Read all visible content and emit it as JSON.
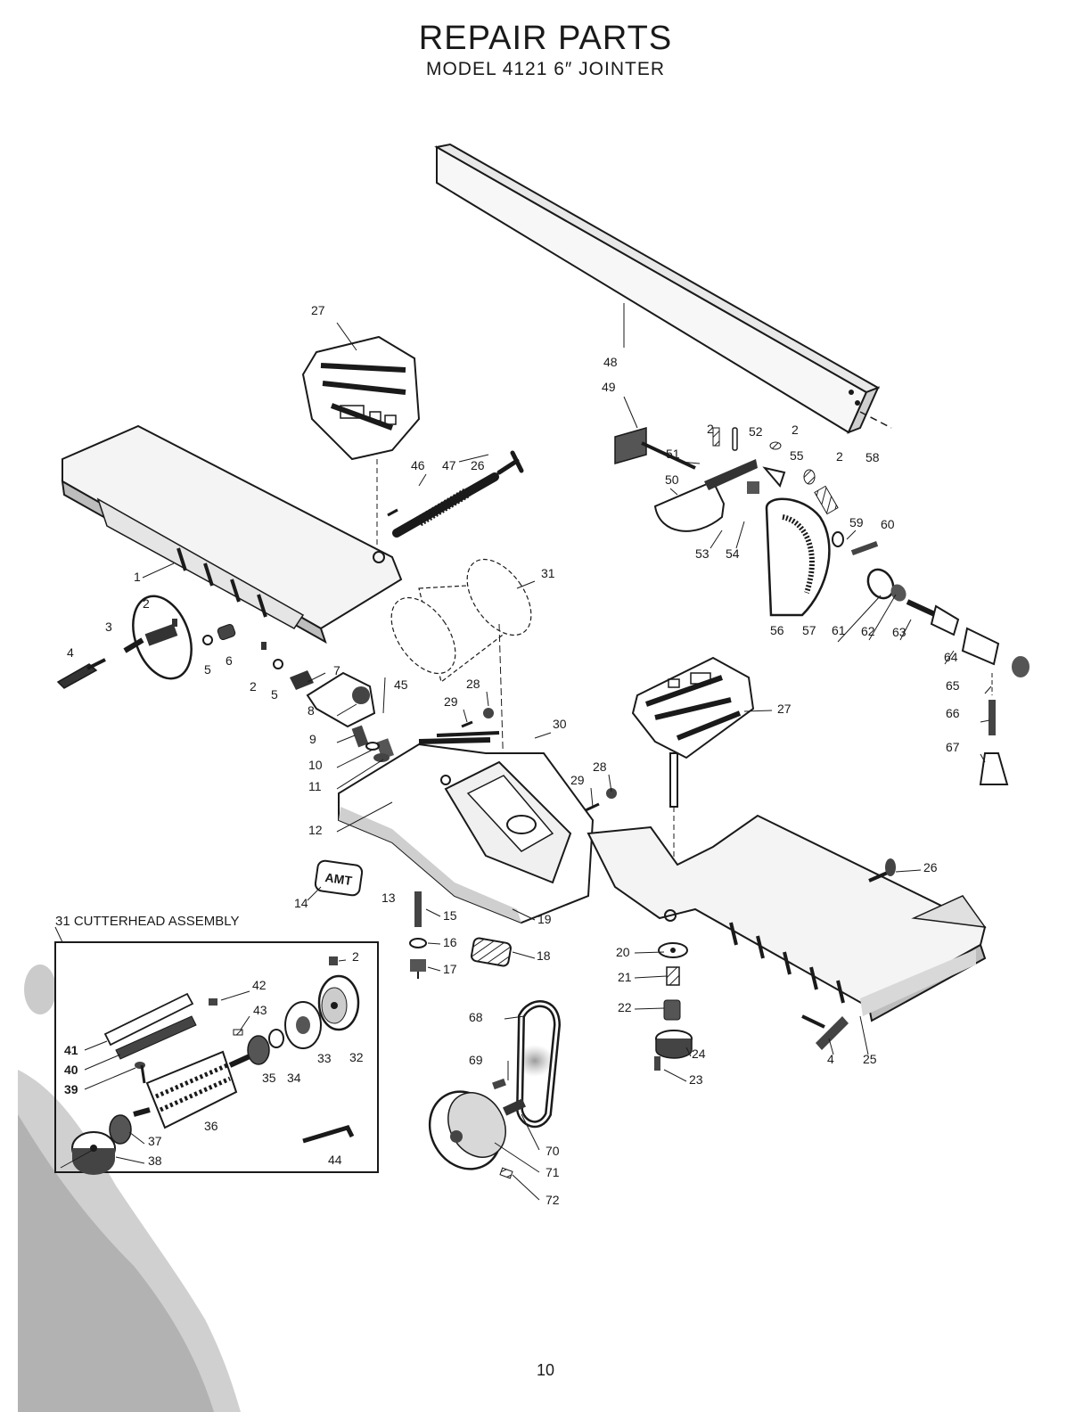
{
  "header": {
    "title": "REPAIR PARTS",
    "subtitle": "MODEL 4121 6″ JOINTER"
  },
  "inset": {
    "title": "31 CUTTERHEAD ASSEMBLY"
  },
  "logo_text": "AMT",
  "page_number": "10",
  "part_labels": [
    "1",
    "2",
    "3",
    "4",
    "5",
    "6",
    "7",
    "8",
    "9",
    "10",
    "11",
    "12",
    "13",
    "14",
    "15",
    "16",
    "17",
    "18",
    "19",
    "20",
    "21",
    "22",
    "23",
    "24",
    "25",
    "26",
    "27",
    "28",
    "29",
    "30",
    "31",
    "32",
    "33",
    "34",
    "35",
    "36",
    "37",
    "38",
    "39",
    "40",
    "41",
    "42",
    "43",
    "44",
    "45",
    "46",
    "47",
    "48",
    "49",
    "50",
    "51",
    "52",
    "53",
    "54",
    "55",
    "56",
    "57",
    "58",
    "59",
    "60",
    "61",
    "62",
    "63",
    "64",
    "65",
    "66",
    "67",
    "68",
    "69",
    "70",
    "71",
    "72"
  ]
}
